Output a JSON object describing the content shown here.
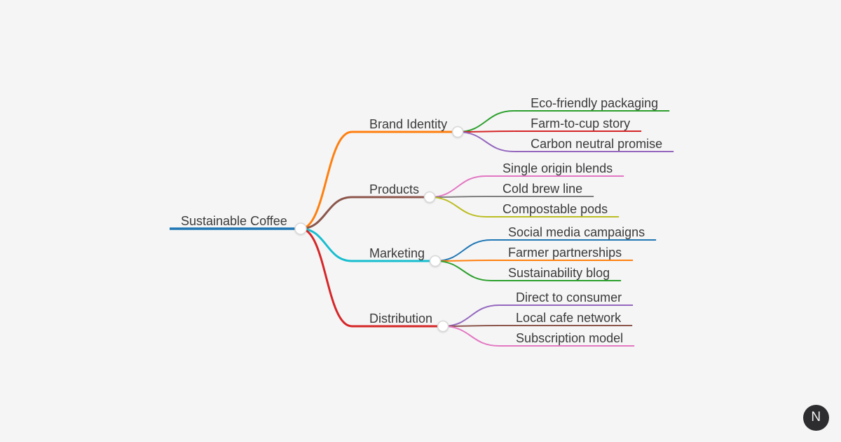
{
  "background": "#f5f5f6",
  "text_color": "#3a3a3a",
  "node_circle": {
    "fill": "#ffffff",
    "stroke": "#d8d8d8"
  },
  "logo": {
    "letter": "N",
    "bg": "#2d2d30",
    "fg": "#f4f4f4"
  },
  "chart_data": {
    "type": "mindmap",
    "root": {
      "label": "Sustainable Coffee",
      "color": "#1f77b4",
      "children": [
        {
          "label": "Brand Identity",
          "color": "#ff7f0e",
          "children": [
            {
              "label": "Eco-friendly packaging",
              "color": "#2ca02c"
            },
            {
              "label": "Farm-to-cup story",
              "color": "#d62728"
            },
            {
              "label": "Carbon neutral promise",
              "color": "#9467bd"
            }
          ]
        },
        {
          "label": "Products",
          "color": "#8c564b",
          "children": [
            {
              "label": "Single origin blends",
              "color": "#e377c2"
            },
            {
              "label": "Cold brew line",
              "color": "#7f7f7f"
            },
            {
              "label": "Compostable pods",
              "color": "#bcbd22"
            }
          ]
        },
        {
          "label": "Marketing",
          "color": "#17becf",
          "children": [
            {
              "label": "Social media campaigns",
              "color": "#1f77b4"
            },
            {
              "label": "Farmer partnerships",
              "color": "#ff7f0e"
            },
            {
              "label": "Sustainability blog",
              "color": "#2ca02c"
            }
          ]
        },
        {
          "label": "Distribution",
          "color": "#d62728",
          "children": [
            {
              "label": "Direct to consumer",
              "color": "#9467bd"
            },
            {
              "label": "Local cafe network",
              "color": "#8c564b"
            },
            {
              "label": "Subscription model",
              "color": "#e377c2"
            }
          ]
        }
      ]
    }
  }
}
